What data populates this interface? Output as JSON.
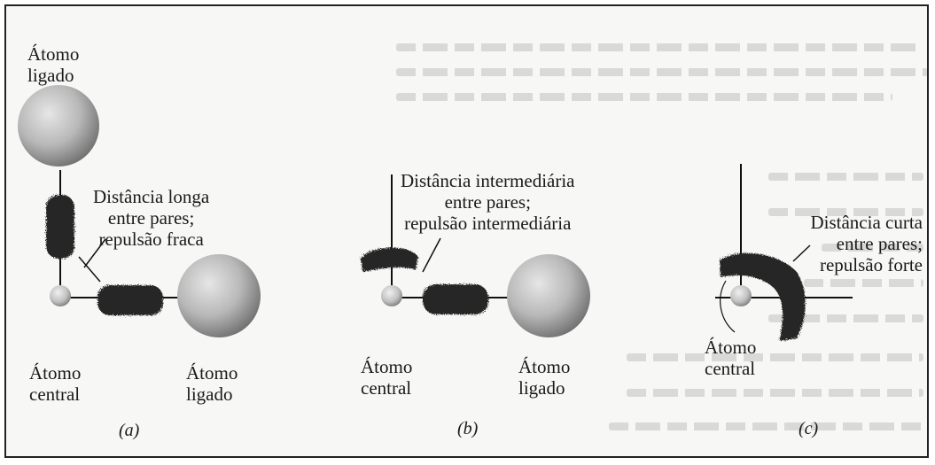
{
  "panel_a": {
    "bonded_atom_top": [
      "Átomo",
      "ligado"
    ],
    "pair_label": [
      "Distância longa",
      "entre pares;",
      "repulsão fraca"
    ],
    "central_atom": [
      "Átomo",
      "central"
    ],
    "bonded_atom_right": [
      "Átomo",
      "ligado"
    ],
    "caption": "(a)"
  },
  "panel_b": {
    "pair_label": [
      "Distância intermediária",
      "entre pares;",
      "repulsão intermediária"
    ],
    "central_atom": [
      "Átomo",
      "central"
    ],
    "bonded_atom": [
      "Átomo",
      "ligado"
    ],
    "caption": "(b)"
  },
  "panel_c": {
    "pair_label": [
      "Distância curta",
      "entre pares;",
      "repulsão forte"
    ],
    "central_atom": [
      "Átomo",
      "central"
    ],
    "caption": "(c)"
  },
  "colors": {
    "atom_fill": "#b8b8b8",
    "lobe_fill": "#262626",
    "line": "#111111"
  }
}
